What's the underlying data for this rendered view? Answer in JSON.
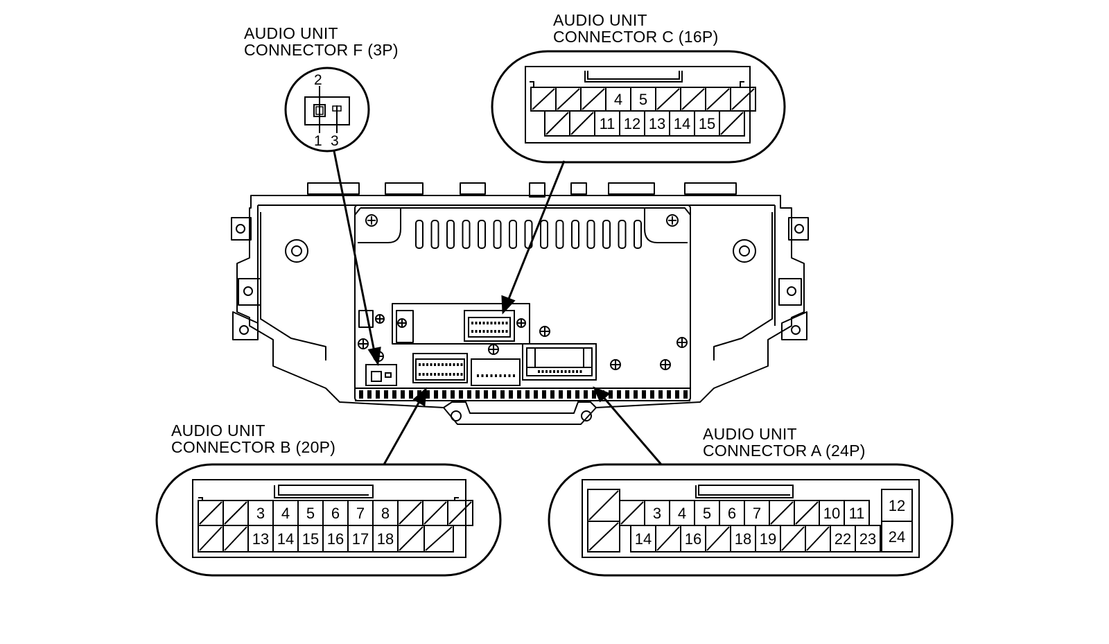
{
  "callouts": {
    "f": {
      "line1": "AUDIO UNIT",
      "line2": "CONNECTOR F (3P)",
      "pins": {
        "top": "2",
        "bottom_left": "1",
        "bottom_right": "3"
      }
    },
    "c": {
      "line1": "AUDIO UNIT",
      "line2": "CONNECTOR C (16P)",
      "top_row": [
        "",
        "",
        "",
        "4",
        "5",
        "",
        "",
        "",
        ""
      ],
      "bottom_row": [
        "",
        "",
        "11",
        "12",
        "13",
        "14",
        "15",
        ""
      ]
    },
    "b": {
      "line1": "AUDIO UNIT",
      "line2": "CONNECTOR B (20P)",
      "top_row": [
        "",
        "",
        "3",
        "4",
        "5",
        "6",
        "7",
        "8",
        "",
        "",
        ""
      ],
      "bottom_row": [
        "",
        "",
        "13",
        "14",
        "15",
        "16",
        "17",
        "18",
        "",
        ""
      ]
    },
    "a": {
      "line1": "AUDIO UNIT",
      "line2": "CONNECTOR A (24P)",
      "left_cell": "",
      "top_row": [
        "",
        "3",
        "4",
        "5",
        "6",
        "7",
        "",
        "",
        "10",
        "11"
      ],
      "bottom_row": [
        "14",
        "",
        "16",
        "",
        "18",
        "19",
        "",
        "",
        "22",
        "23"
      ],
      "right_top": "12",
      "right_bottom": "24"
    }
  }
}
